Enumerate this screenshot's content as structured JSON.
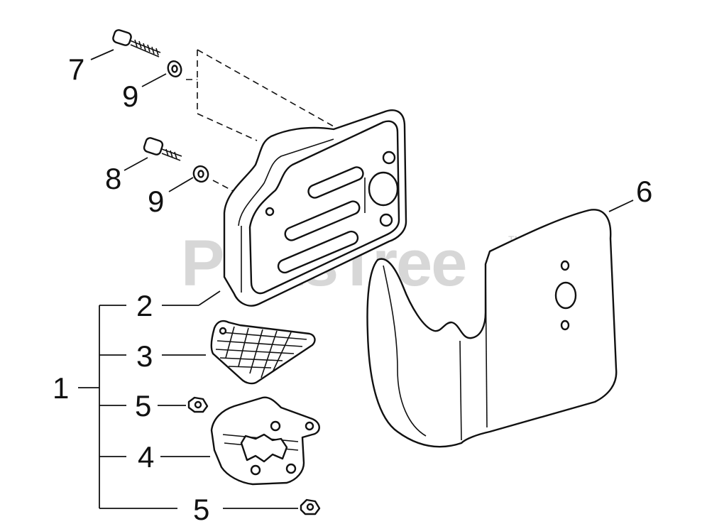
{
  "watermark": {
    "text": "PartsTree",
    "tm": "TM"
  },
  "labels": {
    "p1": "1",
    "p2": "2",
    "p3": "3",
    "p4": "4",
    "p5a": "5",
    "p5b": "5",
    "p6": "6",
    "p7": "7",
    "p8": "8",
    "p9a": "9",
    "p9b": "9"
  }
}
